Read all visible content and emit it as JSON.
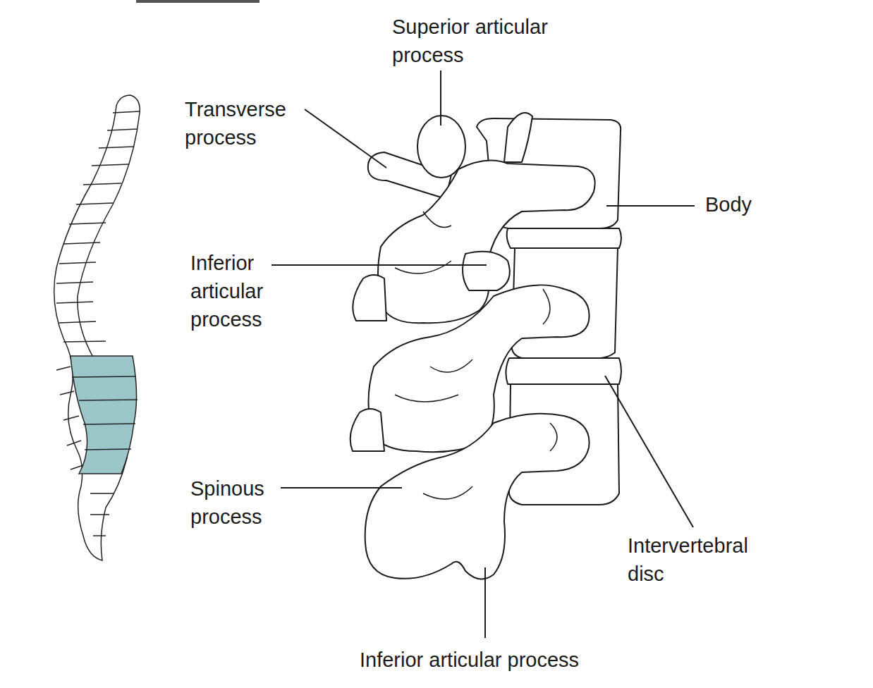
{
  "diagram": {
    "labels": [
      "Superior articular process",
      "Transverse process",
      "Inferior articular process",
      "Body",
      "Spinous process",
      "Intervertebral disc",
      "Inferior articular process"
    ]
  }
}
